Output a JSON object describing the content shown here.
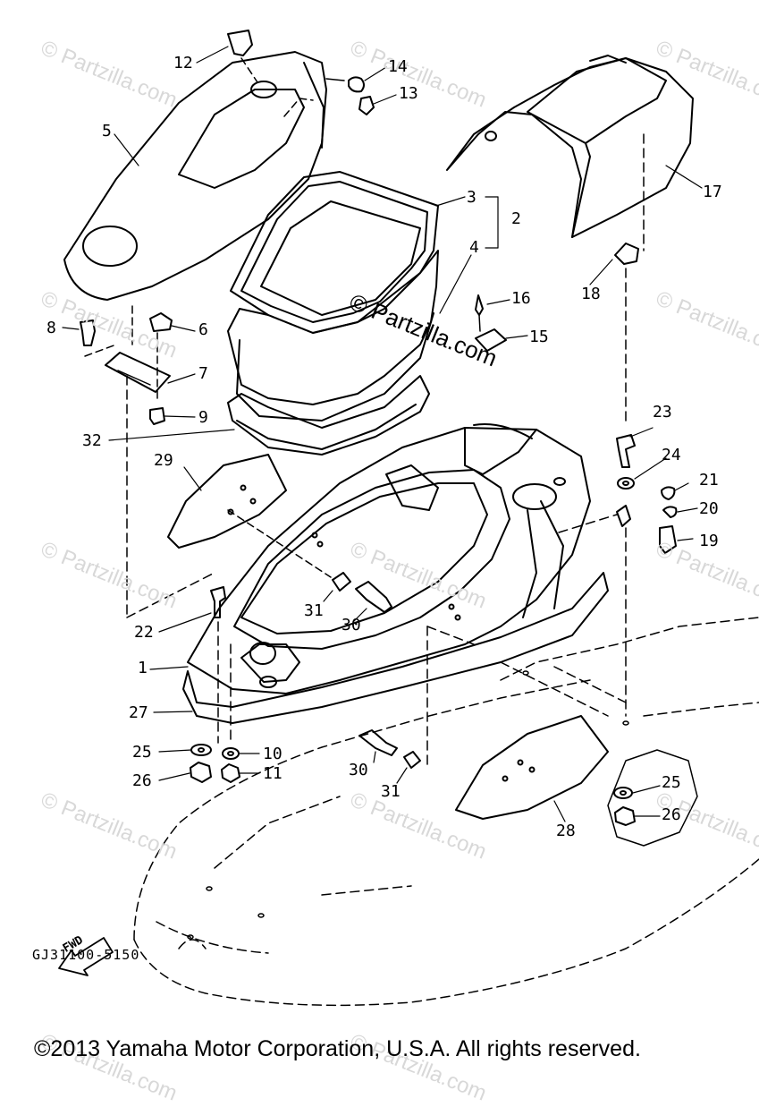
{
  "diagram": {
    "drawing_code": "GJ31100-5150",
    "copyright": "©2013 Yamaha Motor Corporation, U.S.A. All rights reserved.",
    "direction_label": "FWD",
    "watermark_text": "© Partzilla.com",
    "center_watermark_text": "© Partzilla.com",
    "callouts": [
      "12",
      "14",
      "13",
      "5",
      "3",
      "2",
      "4",
      "17",
      "16",
      "15",
      "18",
      "8",
      "6",
      "7",
      "9",
      "32",
      "29",
      "23",
      "24",
      "21",
      "20",
      "19",
      "31",
      "30",
      "22",
      "1",
      "27",
      "25",
      "10",
      "26",
      "11",
      "30",
      "31",
      "28",
      "25",
      "26"
    ]
  }
}
